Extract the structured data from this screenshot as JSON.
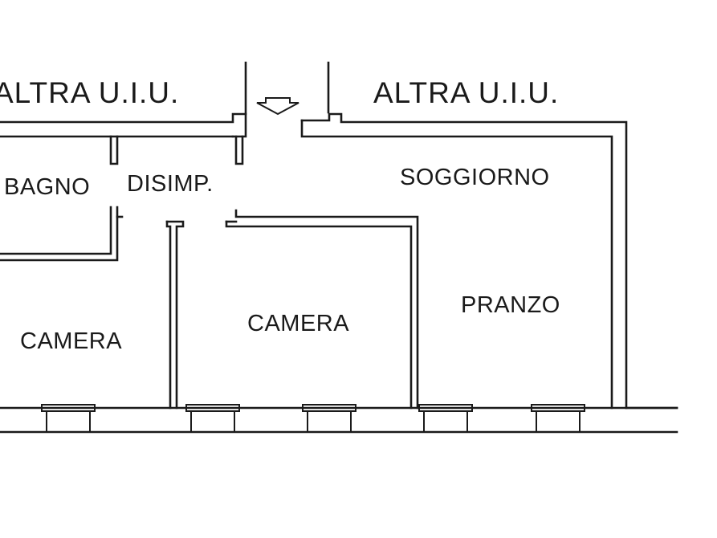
{
  "labels": {
    "left_unit": "ALTRA U.I.U.",
    "right_unit": "ALTRA U.I.U.",
    "bathroom": "BAGNO",
    "hall": "DISIMP.",
    "living": "SOGGIORNO",
    "dining": "PRANZO",
    "bedroom_left": "CAMERA",
    "bedroom_center": "CAMERA"
  },
  "icons": {
    "entrance": "entrance-arrow-icon"
  },
  "colors": {
    "line": "#1a1a1a",
    "background": "#ffffff"
  }
}
